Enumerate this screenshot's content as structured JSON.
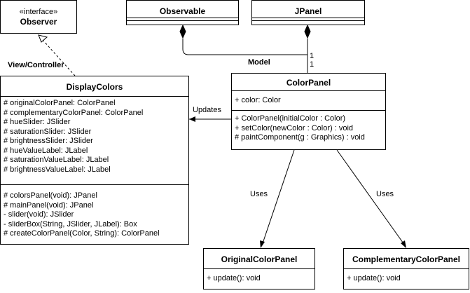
{
  "observer": {
    "stereotype": "«interface»",
    "name": "Observer"
  },
  "observable": {
    "name": "Observable"
  },
  "jpanel": {
    "name": "JPanel"
  },
  "display_colors": {
    "name": "DisplayColors",
    "attributes": [
      "# originalColorPanel: ColorPanel",
      "# complementaryColorPanel: ColorPanel",
      "# hueSlider: JSlider",
      "# saturationSlider: JSlider",
      "# brightnessSlider: JSlider",
      "# hueValueLabel: JLabel",
      "# saturationValueLabel: JLabel",
      "# brightnessValueLabel: JLabel"
    ],
    "methods": [
      "# colorsPanel(void): JPanel",
      "# mainPanel(void): JPanel",
      "- slider(void): JSlider",
      "- sliderBox(String, JSlider, JLabel): Box",
      "# createColorPanel(Color, String): ColorPanel"
    ]
  },
  "color_panel": {
    "name": "ColorPanel",
    "attributes": [
      "+ color: Color"
    ],
    "methods": [
      "+ ColorPanel(initialColor : Color)",
      "+ setColor(newColor : Color) : void",
      "# paintComponent(g : Graphics) : void"
    ]
  },
  "original_color_panel": {
    "name": "OriginalColorPanel",
    "methods": [
      "+ update(): void"
    ]
  },
  "complementary_color_panel": {
    "name": "ComplementaryColorPanel",
    "methods": [
      "+ update(): void"
    ]
  },
  "labels": {
    "view_controller": "View/Controller",
    "model": "Model",
    "updates": "Updates",
    "uses_left": "Uses",
    "uses_right": "Uses",
    "mult_observable": "1",
    "mult_jpanel": "1"
  },
  "colors": {
    "line": "#000000",
    "background": "#ffffff"
  }
}
